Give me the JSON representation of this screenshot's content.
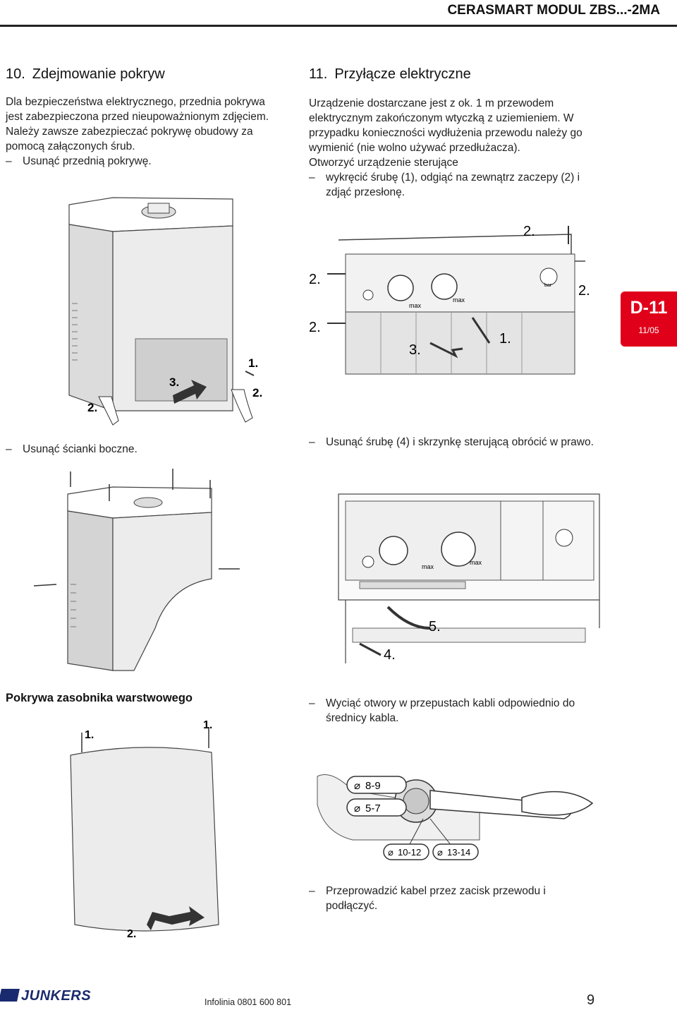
{
  "header": {
    "title": "CERASMART MODUL ZBS...-2MA"
  },
  "section10": {
    "title": "10. Zdejmowanie pokryw",
    "intro": "Dla bezpieczeństwa elektrycznego, przednia pokrywa jest zabezpieczona przed nieupoważnionym zdjęciem. Należy zawsze zabezpieczać pokrywę obudowy za pomocą załączonych śrub.",
    "step1": "Usunąć przednią pokrywę.",
    "step2": "Usunąć ścianki boczne."
  },
  "section11": {
    "title": "11. Przyłącze elektryczne",
    "intro": "Urządzenie dostarczane jest z ok. 1 m przewodem elektrycznym zakończonym wtyczką z uziemieniem. W przypadku konieczności wydłużenia przewodu należy go wymienić (nie wolno używać przedłużacza).",
    "open": "Otworzyć urządzenie sterujące",
    "step1": "wykręcić śrubę (1), odgiąć na zewnątrz zaczepy (2) i zdjąć przesłonę.",
    "step2": "Usunąć śrubę (4) i skrzynkę sterującą obrócić w prawo.",
    "step3": "Wyciąć otwory w przepustach kabli odpowiednio do średnicy kabla.",
    "step4": "Przeprowadzić kabel przez zacisk przewodu i podłączyć."
  },
  "cover_section": {
    "title": "Pokrywa zasobnika warstwowego"
  },
  "figure_labels": {
    "one": "1.",
    "two": "2.",
    "three": "3.",
    "four": "4.",
    "five": "5.",
    "d89": "8-9",
    "d57": "5-7",
    "d1012": "10-12",
    "d1314": "13-14",
    "max": "max",
    "bar": "bar"
  },
  "side_tab": {
    "code": "D-11",
    "date": "11/05",
    "color": "#e0001a"
  },
  "footer": {
    "logo": "JUNKERS",
    "phone": "Infolinia 0801 600 801",
    "page": "9"
  }
}
